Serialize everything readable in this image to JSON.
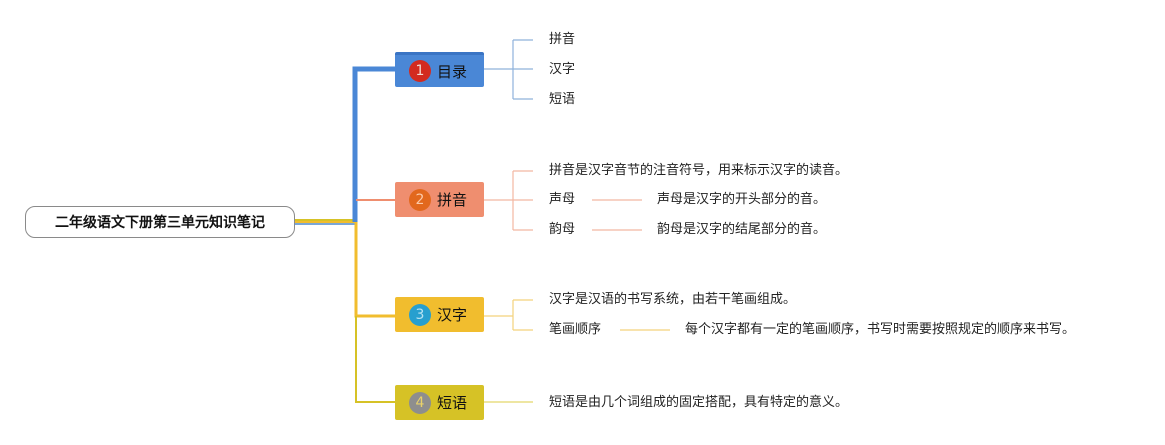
{
  "root": {
    "title": "二年级语文下册第三单元知识笔记"
  },
  "topics": [
    {
      "num": "1",
      "label": "目录",
      "children": [
        {
          "text": "拼音"
        },
        {
          "text": "汉字"
        },
        {
          "text": "短语"
        }
      ]
    },
    {
      "num": "2",
      "label": "拼音",
      "children": [
        {
          "text": "拼音是汉字音节的注音符号，用来标示汉字的读音。"
        },
        {
          "text": "声母",
          "detail": "声母是汉字的开头部分的音。"
        },
        {
          "text": "韵母",
          "detail": "韵母是汉字的结尾部分的音。"
        }
      ]
    },
    {
      "num": "3",
      "label": "汉字",
      "children": [
        {
          "text": "汉字是汉语的书写系统，由若干笔画组成。"
        },
        {
          "text": "笔画顺序",
          "detail": "每个汉字都有一定的笔画顺序，书写时需要按照规定的顺序来书写。"
        }
      ]
    },
    {
      "num": "4",
      "label": "短语",
      "children": [
        {
          "text": "短语是由几个词组成的固定搭配，具有特定的意义。"
        }
      ]
    }
  ],
  "colors": {
    "branch1": "#4a87d6",
    "branch2": "#ef8e6f",
    "branch3": "#f1bd2e",
    "branch4": "#d6c226"
  }
}
